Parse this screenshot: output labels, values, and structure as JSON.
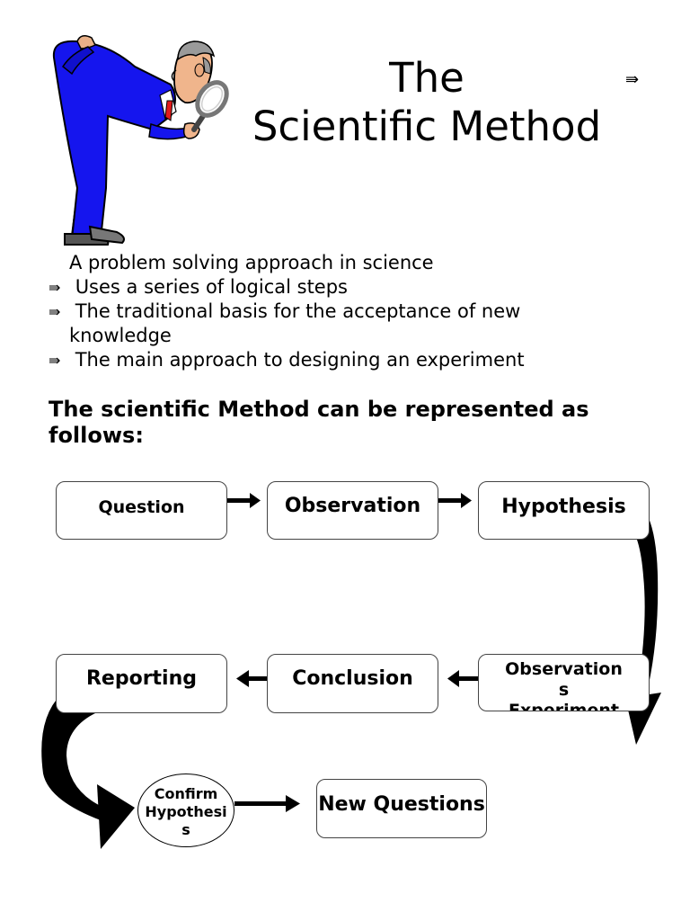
{
  "header": {
    "title_line1": "The",
    "title_line2": "Scientific Method",
    "corner_bullet": "⇛"
  },
  "bullets": {
    "intro": "A problem solving approach in science",
    "marker": "⇛",
    "items": [
      "Uses a series of logical steps",
      "The traditional basis for the acceptance of new",
      "The main approach to designing an experiment"
    ],
    "item2_continuation": "knowledge"
  },
  "subheading": "The scientific Method can be represented as follows:",
  "flowchart": {
    "question": "Question",
    "observation": "Observation",
    "hypothesis": "Hypothesis",
    "observations_experiment_line1": "Observation",
    "observations_experiment_line2": "s",
    "observations_experiment_line3": "Experiment",
    "conclusion": "Conclusion",
    "reporting": "Reporting",
    "confirm_line1": "Confirm",
    "confirm_line2": "Hypothesi",
    "confirm_line3": "s",
    "new_questions": "New Questions"
  },
  "icons": {
    "illustration": "scientist-with-magnifying-glass",
    "bullet": "double-arrow-bullet-icon"
  },
  "colors": {
    "suit": "#1515ee",
    "arrow": "#000000",
    "node_border": "#444444"
  }
}
